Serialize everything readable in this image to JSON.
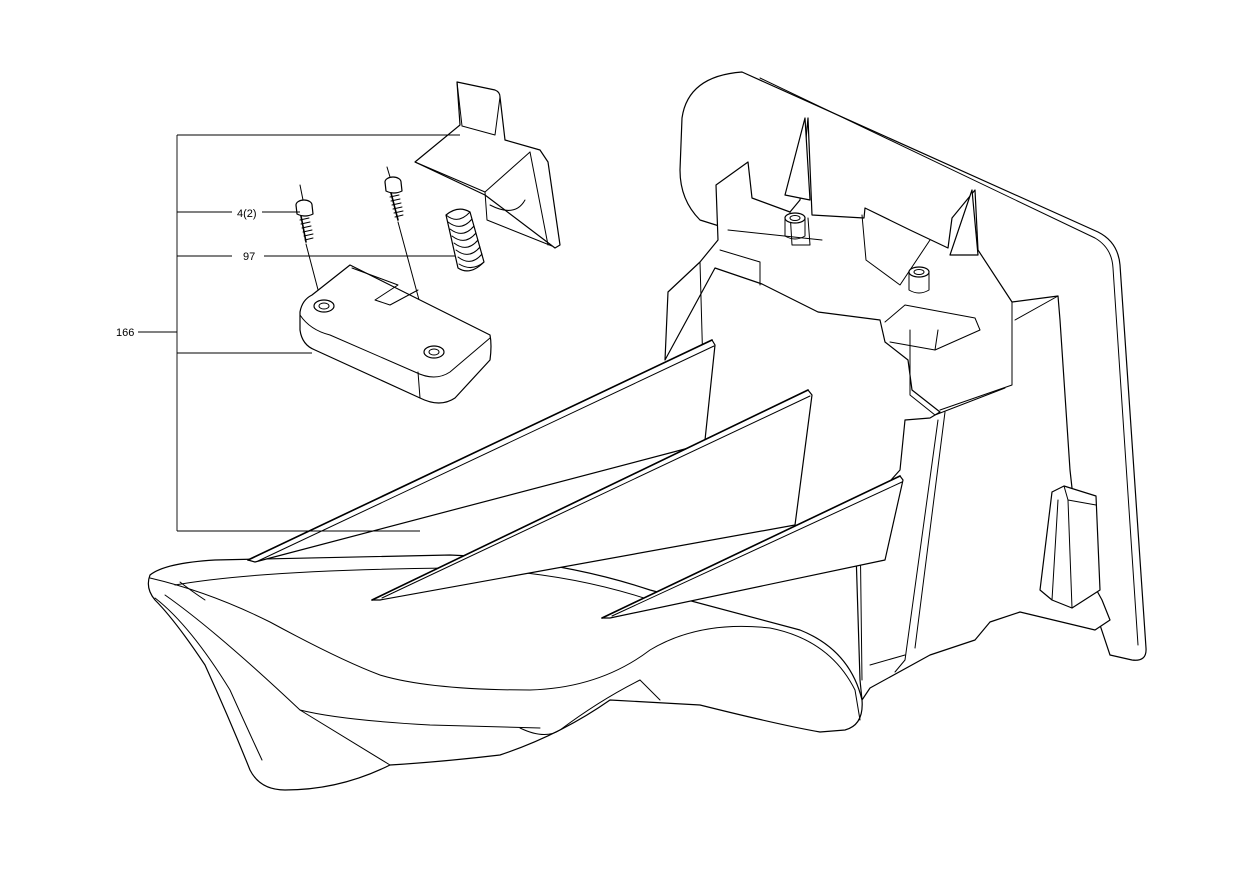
{
  "callouts": {
    "assembly": "166",
    "screw": "4(2)",
    "spring": "97"
  }
}
